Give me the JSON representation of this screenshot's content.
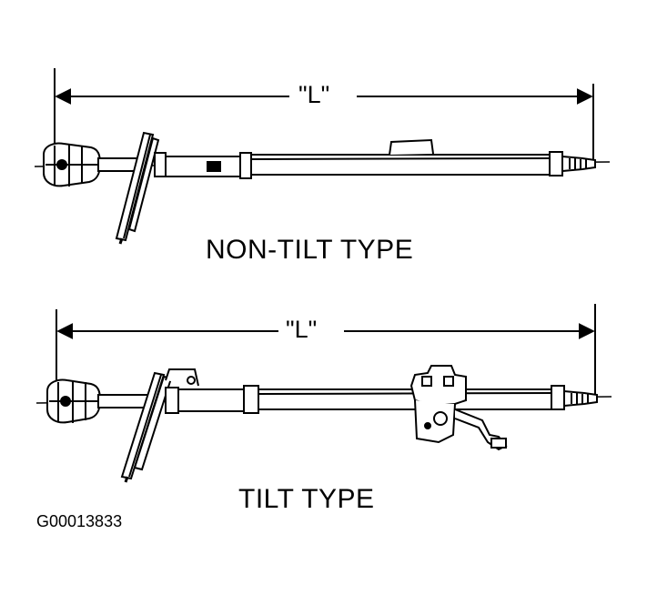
{
  "figures": [
    {
      "dimension_label": "\"L\"",
      "caption": "NON-TILT TYPE"
    },
    {
      "dimension_label": "\"L\"",
      "caption": "TILT TYPE"
    }
  ],
  "figure_id": "G00013833"
}
